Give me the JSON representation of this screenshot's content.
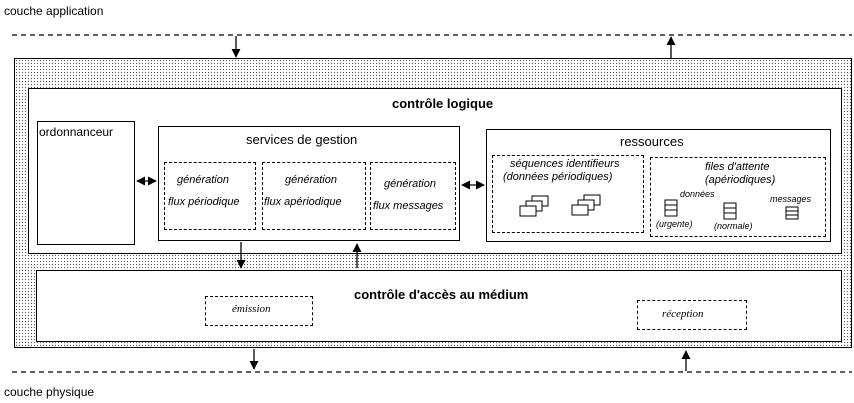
{
  "top_layer": "couche application",
  "bottom_layer": "couche physique",
  "logical_control": {
    "title": "contrôle logique",
    "scheduler": "ordonnanceur",
    "management": {
      "title": "services de gestion",
      "items": [
        {
          "line1": "génération",
          "line2": "flux périodique"
        },
        {
          "line1": "génération",
          "line2": "flux apériodique"
        },
        {
          "line1": "génération",
          "line2": "flux messages"
        }
      ]
    },
    "resources": {
      "title": "ressources",
      "sequences": {
        "line1": "séquences identifieurs",
        "line2": "(données périodiques)"
      },
      "queues": {
        "line1": "files d'attente",
        "line2": "(apériodiques)",
        "data_label": "données",
        "urgent": "(urgente)",
        "normal": "(normale)",
        "messages": "messages"
      }
    }
  },
  "medium_control": {
    "title": "contrôle d'accès au médium",
    "emission": "émission",
    "reception": "réception"
  }
}
